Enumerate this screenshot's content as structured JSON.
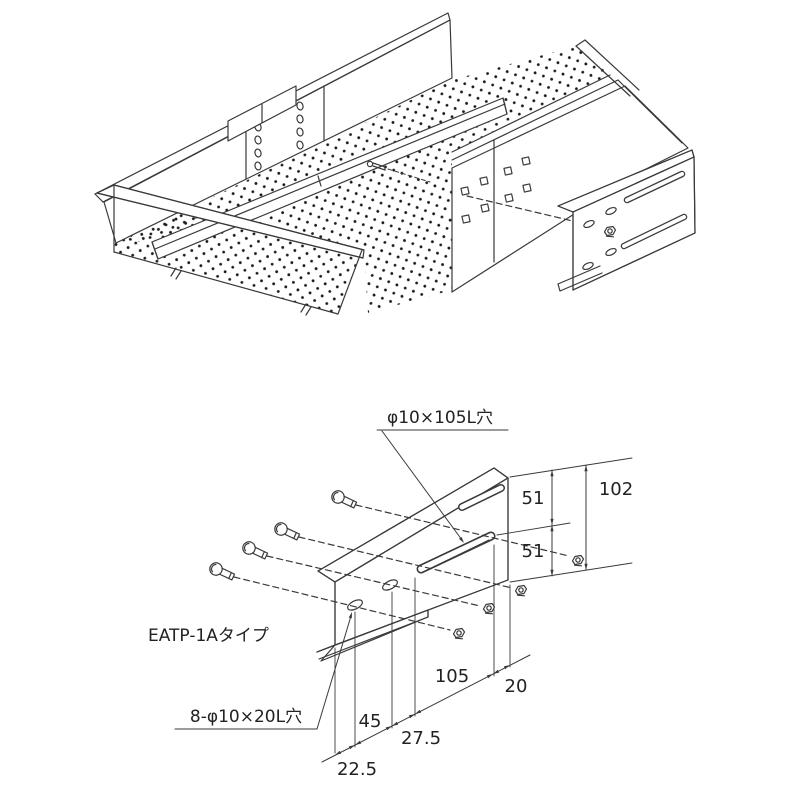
{
  "drawing": {
    "type_label": "EATP-1Aタイプ",
    "callouts": {
      "long_slot": "φ10×105L穴",
      "small_holes": "8-φ10×20L穴"
    },
    "dimensions": {
      "upper_gap": "51",
      "lower_gap": "51",
      "total_height": "102",
      "slot_length": "105",
      "end_margin": "20",
      "hole_pitch": "45",
      "slot_offset": "27.5",
      "edge_margin": "22.5"
    },
    "colors": {
      "line": "#3a3a3a",
      "dots": "#1a1a1a",
      "background": "#ffffff"
    }
  }
}
